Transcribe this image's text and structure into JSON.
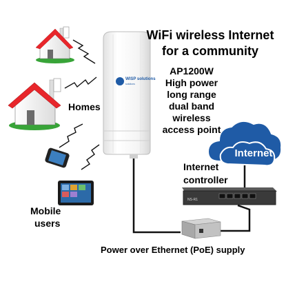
{
  "title": {
    "line1": "WiFi wireless Internet",
    "line2": "for a community"
  },
  "product": {
    "model": "AP1200W",
    "spec_lines": [
      "High power",
      "long range",
      "dual band",
      "wireless",
      "access point"
    ],
    "brand_logo": "WISP solutions"
  },
  "labels": {
    "homes": "Homes",
    "mobile_users": [
      "Mobile",
      "users"
    ],
    "internet_controller": [
      "Internet",
      "controller"
    ],
    "cloud": "Internet",
    "poe": "Power over Ethernet (PoE) supply"
  },
  "colors": {
    "roof": "#e8262b",
    "cloud": "#1f5ba6",
    "lawn": "#38a438",
    "switch_body": "#3a3a3a"
  }
}
